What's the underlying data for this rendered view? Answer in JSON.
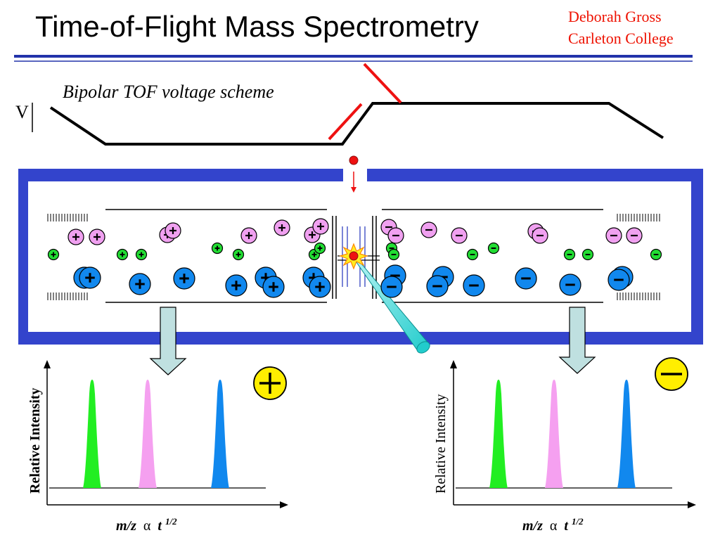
{
  "slide": {
    "title": "Time-of-Flight Mass Spectrometry",
    "author_line1": "Deborah Gross",
    "author_line2": "Carleton College"
  },
  "voltage": {
    "label": "Bipolar TOF voltage scheme",
    "axis_label": "V"
  },
  "ions": {
    "positive_symbol": "+",
    "negative_symbol": "−"
  },
  "spectra": {
    "positive": {
      "ylabel": "Relative Intensity",
      "xlabel_mz": "m/z",
      "xlabel_alpha": "α",
      "xlabel_t": "t",
      "xlabel_exp": "1/2",
      "badge": "+"
    },
    "negative": {
      "ylabel": "Relative Intensity",
      "xlabel_mz": "m/z",
      "xlabel_alpha": "α",
      "xlabel_t": "t",
      "xlabel_exp": "1/2",
      "badge": "−"
    }
  },
  "colors": {
    "chamber": "#3344cc",
    "pink_ion": "#f0a0f0",
    "green_ion": "#22dd33",
    "blue_ion": "#1188ee",
    "arrow_fill": "#bfe0e0",
    "badge": "#ffee00",
    "laser": "#33dddd",
    "red_line": "#ee1111",
    "peak_green": "#22ee22",
    "peak_pink": "#f5a0f0",
    "peak_blue": "#1188ee"
  }
}
